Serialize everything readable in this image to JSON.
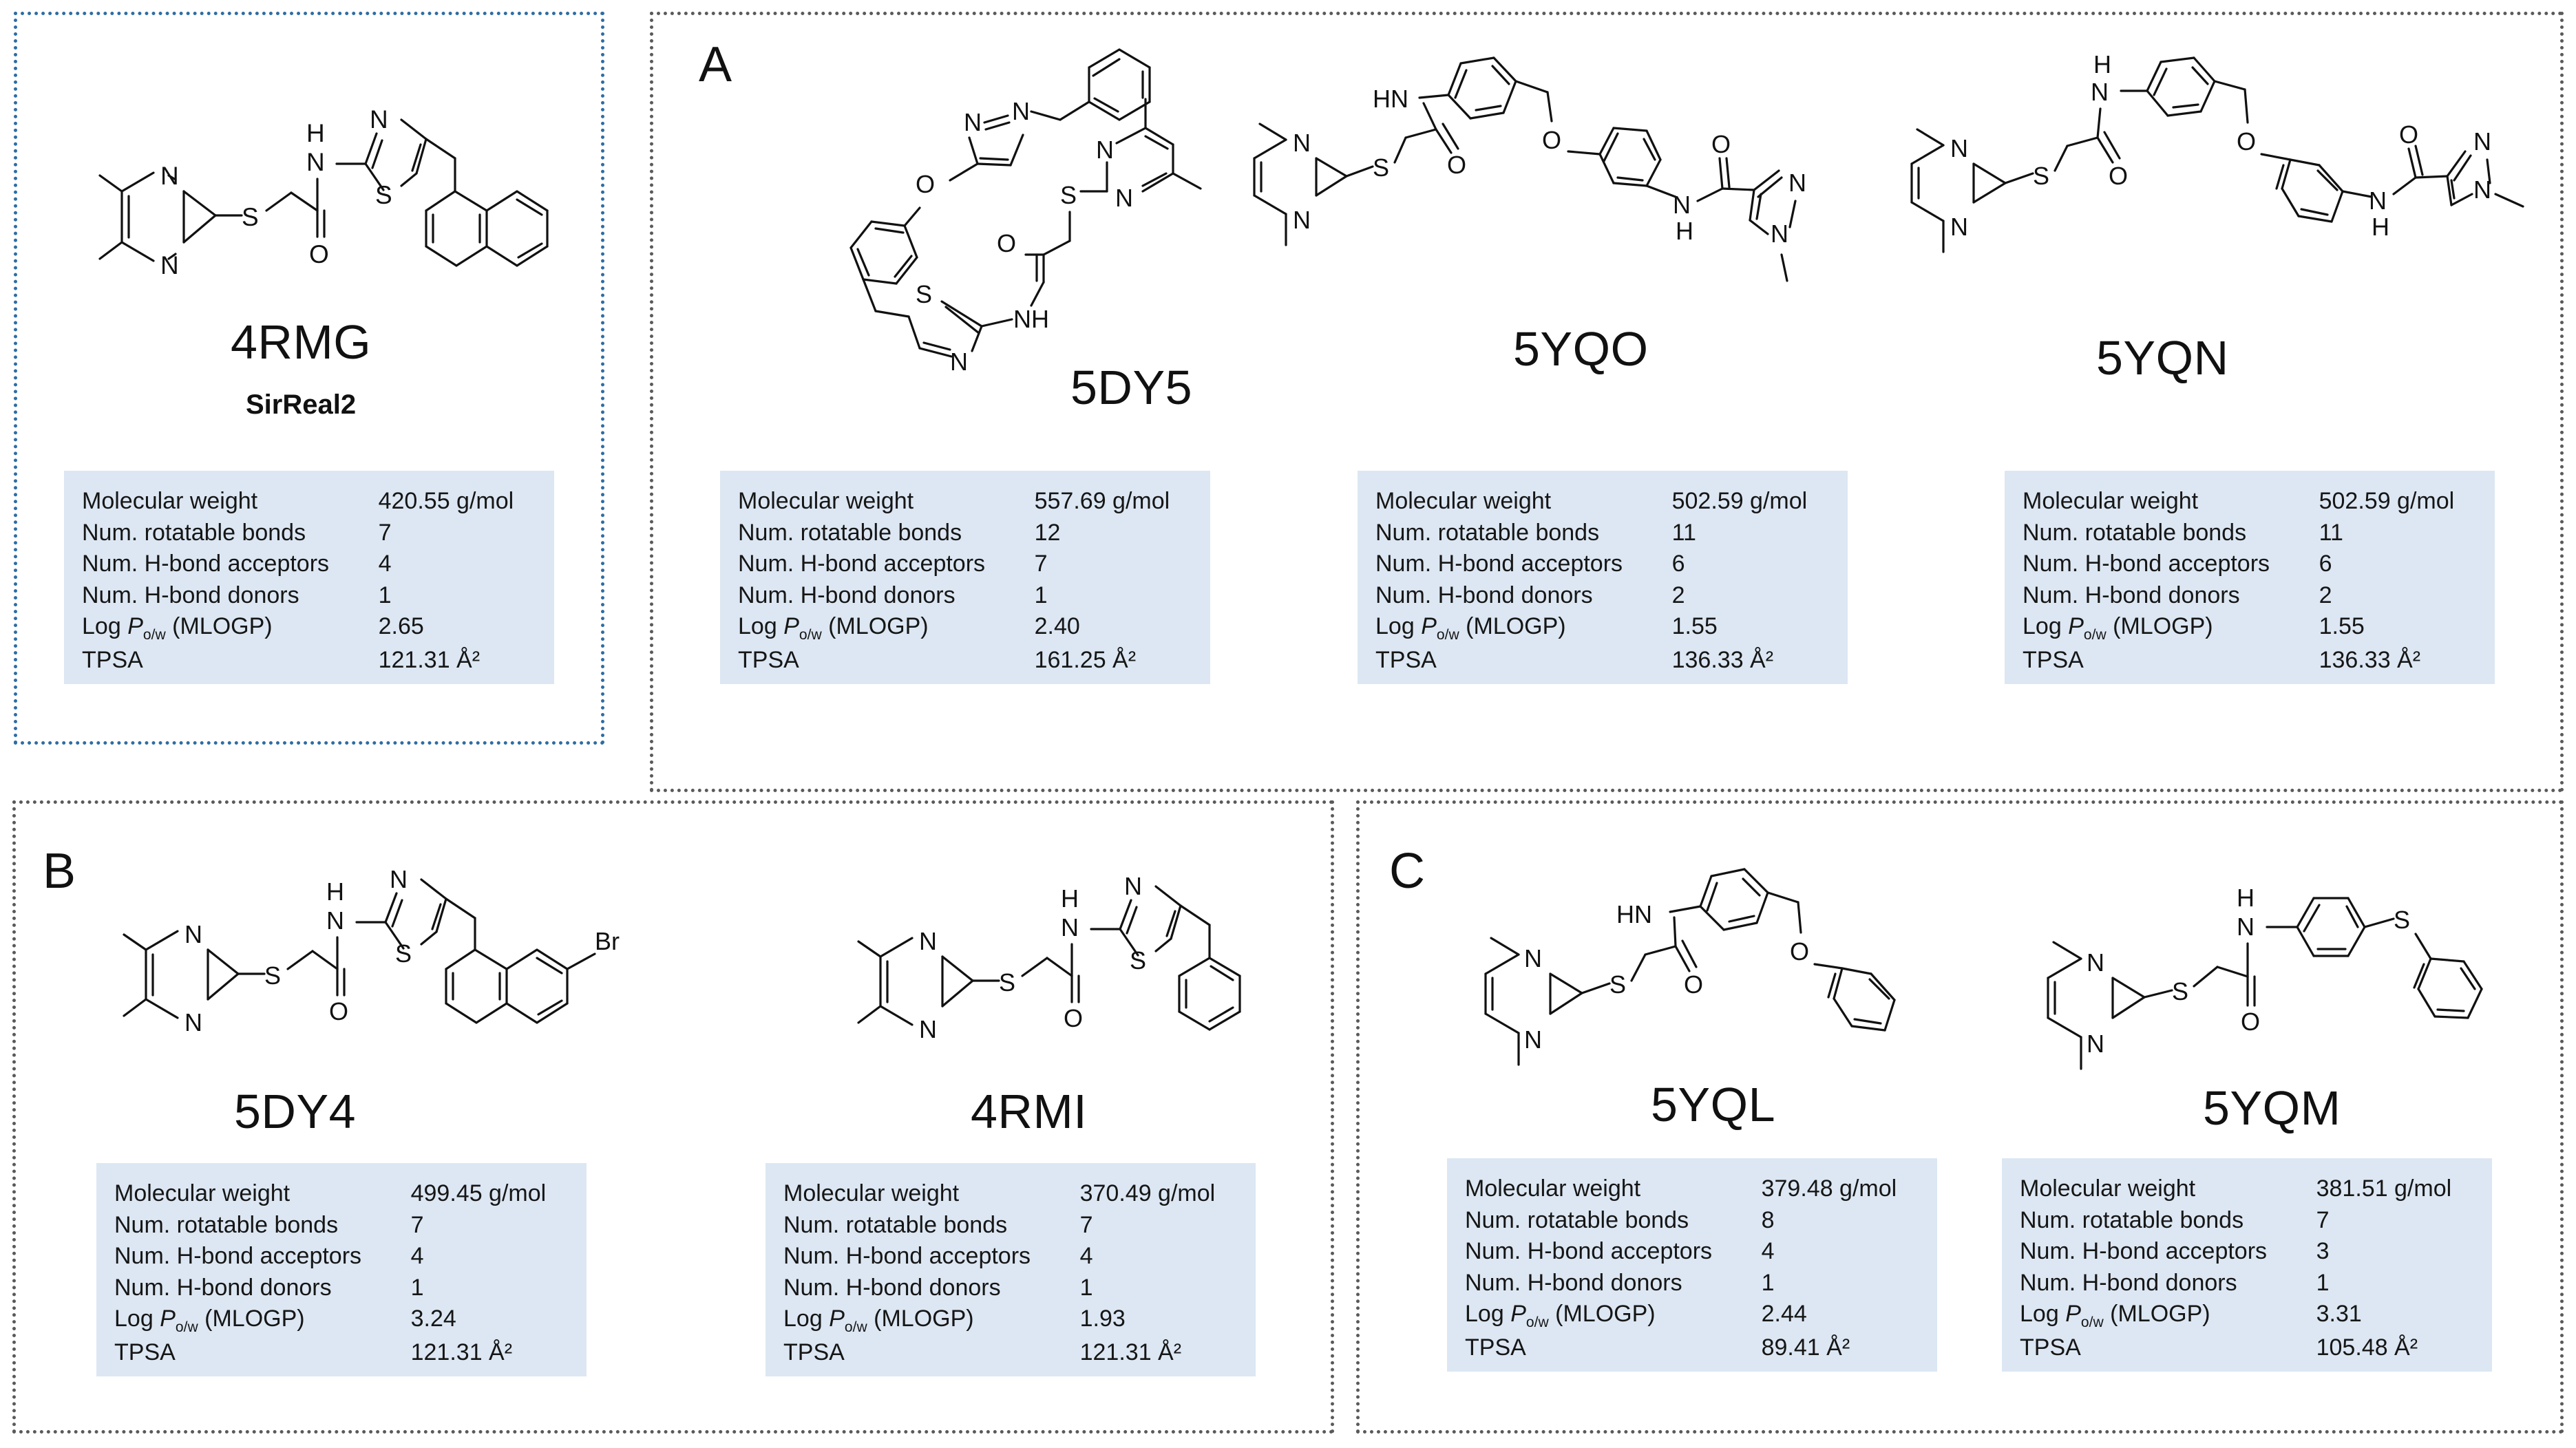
{
  "figure": {
    "panels": [
      {
        "id": "sirreal2-reference",
        "letter": "",
        "border_color": "#2e6da4",
        "border_style": "dotted",
        "molecules": [
          {
            "pdb_id": "4RMG",
            "alias": "SirReal2",
            "properties": {
              "molecular_weight": "420.55 g/mol",
              "num_rotatable_bonds": "7",
              "num_h_bond_acceptors": "4",
              "num_h_bond_donors": "1",
              "log_p_ow_mlogp": "2.65",
              "tpsa": "121.31 Å²"
            }
          }
        ]
      },
      {
        "id": "panel-a",
        "letter": "A",
        "border_color": "#5a5a5a",
        "border_style": "dotted",
        "molecules": [
          {
            "pdb_id": "5DY5",
            "alias": "",
            "properties": {
              "molecular_weight": "557.69 g/mol",
              "num_rotatable_bonds": "12",
              "num_h_bond_acceptors": "7",
              "num_h_bond_donors": "1",
              "log_p_ow_mlogp": "2.40",
              "tpsa": "161.25 Å²"
            }
          },
          {
            "pdb_id": "5YQO",
            "alias": "",
            "properties": {
              "molecular_weight": "502.59 g/mol",
              "num_rotatable_bonds": "11",
              "num_h_bond_acceptors": "6",
              "num_h_bond_donors": "2",
              "log_p_ow_mlogp": "1.55",
              "tpsa": "136.33 Å²"
            }
          },
          {
            "pdb_id": "5YQN",
            "alias": "",
            "properties": {
              "molecular_weight": "502.59 g/mol",
              "num_rotatable_bonds": "11",
              "num_h_bond_acceptors": "6",
              "num_h_bond_donors": "2",
              "log_p_ow_mlogp": "1.55",
              "tpsa": "136.33 Å²"
            }
          }
        ]
      },
      {
        "id": "panel-b",
        "letter": "B",
        "border_color": "#5a5a5a",
        "border_style": "dotted",
        "molecules": [
          {
            "pdb_id": "5DY4",
            "alias": "",
            "properties": {
              "molecular_weight": "499.45 g/mol",
              "num_rotatable_bonds": "7",
              "num_h_bond_acceptors": "4",
              "num_h_bond_donors": "1",
              "log_p_ow_mlogp": "3.24",
              "tpsa": "121.31 Å²"
            }
          },
          {
            "pdb_id": "4RMI",
            "alias": "",
            "properties": {
              "molecular_weight": "370.49 g/mol",
              "num_rotatable_bonds": "7",
              "num_h_bond_acceptors": "4",
              "num_h_bond_donors": "1",
              "log_p_ow_mlogp": "1.93",
              "tpsa": "121.31 Å²"
            }
          }
        ]
      },
      {
        "id": "panel-c",
        "letter": "C",
        "border_color": "#5a5a5a",
        "border_style": "dotted",
        "molecules": [
          {
            "pdb_id": "5YQL",
            "alias": "",
            "properties": {
              "molecular_weight": "379.48 g/mol",
              "num_rotatable_bonds": "8",
              "num_h_bond_acceptors": "4",
              "num_h_bond_donors": "1",
              "log_p_ow_mlogp": "2.44",
              "tpsa": "89.41 Å²"
            }
          },
          {
            "pdb_id": "5YQM",
            "alias": "",
            "properties": {
              "molecular_weight": "381.51 g/mol",
              "num_rotatable_bonds": "7",
              "num_h_bond_acceptors": "3",
              "num_h_bond_donors": "1",
              "log_p_ow_mlogp": "3.31",
              "tpsa": "105.48 Å²"
            }
          }
        ]
      }
    ],
    "property_labels": {
      "molecular_weight": "Molecular weight",
      "num_rotatable_bonds": "Num. rotatable bonds",
      "num_h_bond_acceptors": "Num. H-bond acceptors",
      "num_h_bond_donors": "Num. H-bond donors",
      "log_p_prefix": "Log ",
      "log_p_italic": "P",
      "log_p_sub": "o/w",
      "log_p_suffix": " (MLOGP)",
      "tpsa": "TPSA"
    },
    "table_background": "#dce7f3",
    "atom_labels": [
      "N",
      "S",
      "O",
      "H",
      "Br",
      "NH",
      "HN"
    ]
  }
}
